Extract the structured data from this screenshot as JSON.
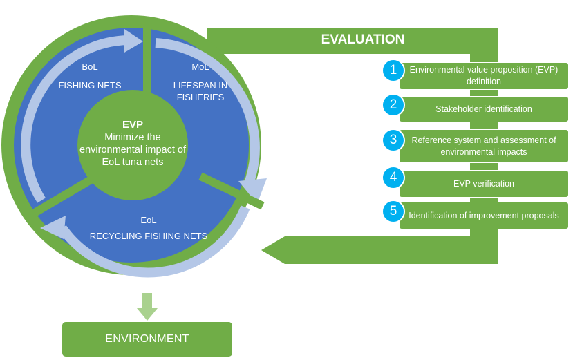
{
  "evaluation": {
    "title": "EVALUATION"
  },
  "steps": [
    {
      "number": "1",
      "text": "Environmental value proposition (EVP) definition"
    },
    {
      "number": "2",
      "text": "Stakeholder identification"
    },
    {
      "number": "3",
      "text": "Reference system and assessment of environmental impacts"
    },
    {
      "number": "4",
      "text": "EVP verification"
    },
    {
      "number": "5",
      "text": "Identification of improvement proposals"
    }
  ],
  "cycle": {
    "bol": {
      "abbr": "BoL",
      "label": "FISHING NETS"
    },
    "mol": {
      "abbr": "MoL",
      "label": "LIFESPAN IN FISHERIES"
    },
    "eol": {
      "abbr": "EoL",
      "label": "RECYCLING FISHING NETS"
    }
  },
  "evp": {
    "title": "EVP",
    "text": "Minimize the environmental impact of EoL tuna nets"
  },
  "environment": {
    "label": "ENVIRONMENT"
  },
  "colors": {
    "green": "#70AD47",
    "blue": "#4472C4",
    "light_arrow": "#B4C7E7",
    "badge": "#00B0F0"
  }
}
